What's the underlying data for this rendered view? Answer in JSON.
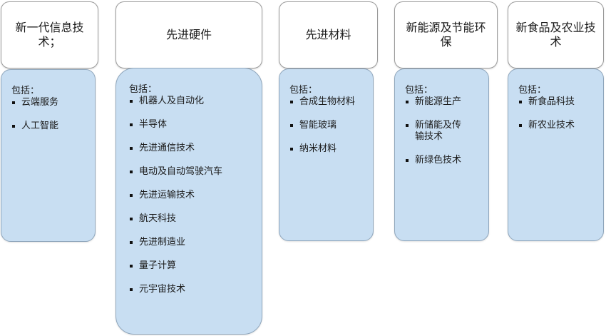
{
  "columns": [
    {
      "title": "新一代信息技术；",
      "intro": "包括：",
      "items": [
        "云端服务",
        "人工智能"
      ]
    },
    {
      "title": "先进硬件",
      "intro": "包括：",
      "items": [
        "机器人及自动化",
        "半导体",
        "先进通信技术",
        "电动及自动驾驶汽车",
        "先进运输技术",
        "航天科技",
        "先进制造业",
        "量子计算",
        "元宇宙技术"
      ]
    },
    {
      "title": "先进材料",
      "intro": "包括：",
      "items": [
        "合成生物材料",
        "智能玻璃",
        "纳米材料"
      ]
    },
    {
      "title": "新能源及节能环保",
      "intro": "包括：",
      "items": [
        "新能源生产",
        "新储能及传输技术",
        "新绿色技术"
      ]
    },
    {
      "title": "新食品及农业技术",
      "intro": "包括：",
      "items": [
        "新食品科技",
        "新农业技术"
      ]
    }
  ]
}
